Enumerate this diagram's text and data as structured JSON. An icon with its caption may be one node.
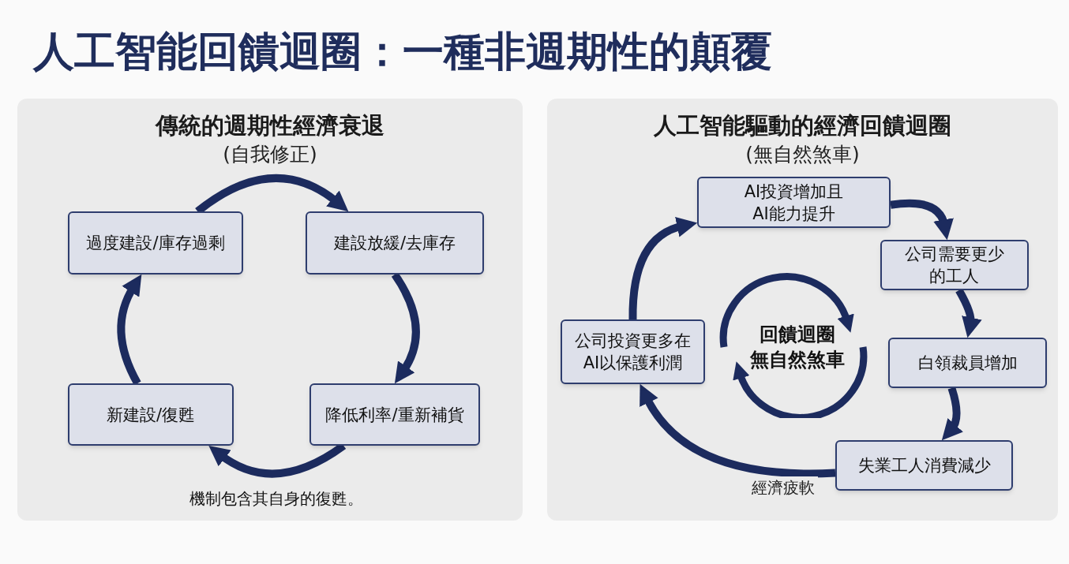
{
  "diagram": {
    "title": "人工智能回饋迴圈：一種非週期性的顛覆",
    "nodes": [
      {
        "text": [
          "傳統的週期性經濟衰退",
          "(自我修正)"
        ]
      },
      {
        "text": [
          "過度建設/庫存過剩"
        ],
        "in": 0
      },
      {
        "text": [
          "建設放緩/去庫存"
        ],
        "in": 0
      },
      {
        "text": [
          "降低利率/重新補貨"
        ],
        "in": 0
      },
      {
        "text": [
          "新建設/復甦"
        ],
        "in": 0
      },
      {
        "text": [
          "人工智能驅動的經濟回饋迴圈",
          "(無自然煞車)"
        ]
      },
      {
        "text": [
          "AI投資增加且AI能力提升"
        ],
        "in": 5
      },
      {
        "text": [
          "公司需要更少的工人"
        ],
        "in": 5
      },
      {
        "text": [
          "白領裁員增加"
        ],
        "in": 5
      },
      {
        "text": [
          "失業工人消費減少"
        ],
        "in": 5
      },
      {
        "text": [
          "公司投資更多在AI以保護利潤"
        ],
        "in": 5
      }
    ],
    "edges": [
      {
        "from": 1,
        "to": 2,
        "arrow": "to"
      },
      {
        "from": 2,
        "to": 3,
        "arrow": "to"
      },
      {
        "from": 3,
        "to": 4,
        "arrow": "to"
      },
      {
        "from": 4,
        "to": 1,
        "arrow": "to"
      },
      {
        "from": 6,
        "to": 7,
        "arrow": "to"
      },
      {
        "from": 7,
        "to": 8,
        "arrow": "to"
      },
      {
        "from": 8,
        "to": 9,
        "arrow": "to"
      },
      {
        "from": 9,
        "to": 10,
        "arrow": "to",
        "label": "經濟疲軟"
      },
      {
        "from": 10,
        "to": 6,
        "arrow": "to"
      }
    ],
    "labels": [
      "機制包含其自身的復甦。",
      "回饋迴圈",
      "無自然煞車"
    ]
  }
}
